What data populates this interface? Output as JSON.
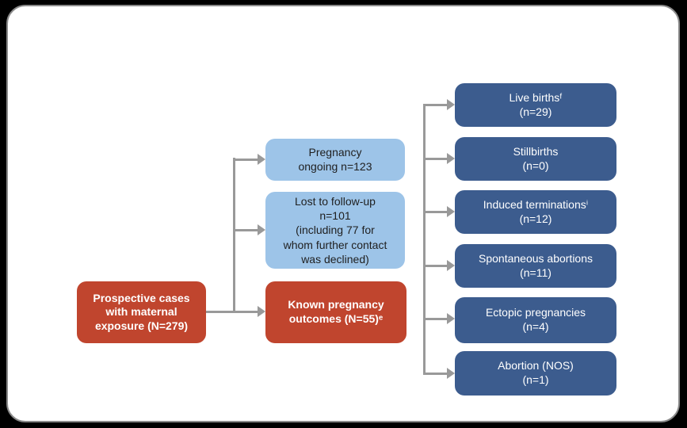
{
  "colors": {
    "background": "#000000",
    "panel-bg": "#ffffff",
    "panel-border": "#8a8a8a",
    "red-box": "#c0452e",
    "light-blue-box": "#9dc4e8",
    "dark-blue-box": "#3c5c8e",
    "connector": "#999999",
    "dark-text": "#1f1f1f",
    "light-text": "#ffffff"
  },
  "boxes": {
    "prospective": {
      "text": "Prospective cases\nwith maternal\nexposure (N=279)"
    },
    "pregnancy_ongoing": {
      "text": "Pregnancy\nongoing n=123"
    },
    "lost_followup": {
      "text": "Lost to follow-up\nn=101\n(including 77 for\nwhom further contact\nwas declined)"
    },
    "known_outcomes": {
      "text": "Known pregnancy\noutcomes (N=55)ᵉ"
    },
    "live_births": {
      "text": "Live birthsᶠ\n(n=29)"
    },
    "stillbirths": {
      "text": "Stillbirths\n(n=0)"
    },
    "induced_terminations": {
      "text": "Induced terminationsⁱ\n(n=12)"
    },
    "spontaneous_abortions": {
      "text": "Spontaneous abortions\n(n=11)"
    },
    "ectopic_pregnancies": {
      "text": "Ectopic pregnancies\n(n=4)"
    },
    "abortion_nos": {
      "text": "Abortion (NOS)\n(n=1)"
    }
  }
}
